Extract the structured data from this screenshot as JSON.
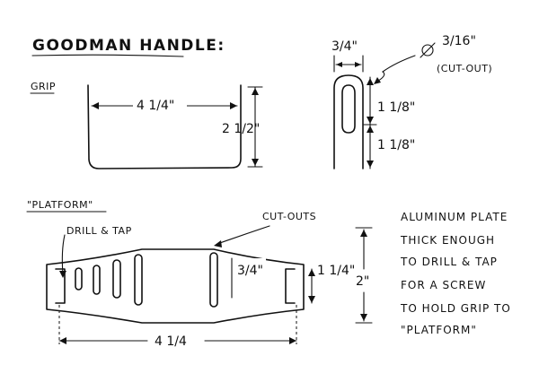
{
  "title": "GOODMAN HANDLE:",
  "grip": {
    "label": "GRIP",
    "width_label": "4 1/4\"",
    "height_label": "2 1/2\""
  },
  "side_view": {
    "width_label": "3/4\"",
    "cutout_size": "3/16\"",
    "cutout_note": "(CUT-OUT)",
    "upper_label": "1 1/8\"",
    "lower_label": "1 1/8\""
  },
  "platform": {
    "label": "\"PLATFORM\"",
    "drill_label": "DRILL & TAP",
    "cutouts_label": "CUT-OUTS",
    "inner_label": "3/4\"",
    "end_label": "1 1/4\"",
    "height_label": "2\"",
    "length_label": "4 1/4"
  },
  "note_lines": [
    "ALUMINUM PLATE",
    "THICK ENOUGH",
    "TO DRILL & TAP",
    "FOR A SCREW",
    "TO HOLD GRIP TO",
    "\"PLATFORM\""
  ]
}
